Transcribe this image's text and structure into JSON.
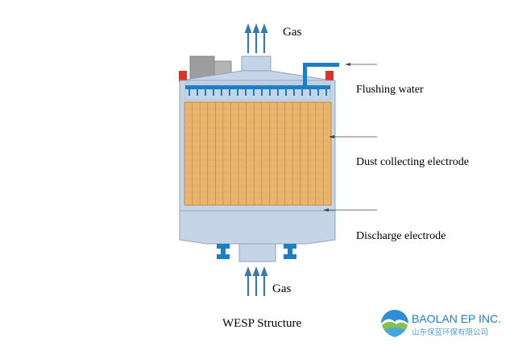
{
  "diagram": {
    "labels": {
      "gas_out": "Gas",
      "gas_in": "Gas",
      "flushing_water": "Flushing water",
      "dust_collecting_electrode": "Dust collecting electrode",
      "discharge_electrode": "Discharge electrode"
    },
    "caption": "WESP Structure"
  },
  "logo": {
    "name": "BAOLAN EP INC.",
    "chinese_name": "山东保蓝环保有限公司"
  },
  "colors": {
    "shell_fill": "#c6d4e7",
    "shell_stroke": "#8fa6c4",
    "electrode_fill": "#e7b56e",
    "pipe_blue": "#1d7fbf",
    "arrow_blue": "#3a79b0",
    "flange_red": "#d9342b",
    "motor_gray": "#9d9d9d"
  }
}
